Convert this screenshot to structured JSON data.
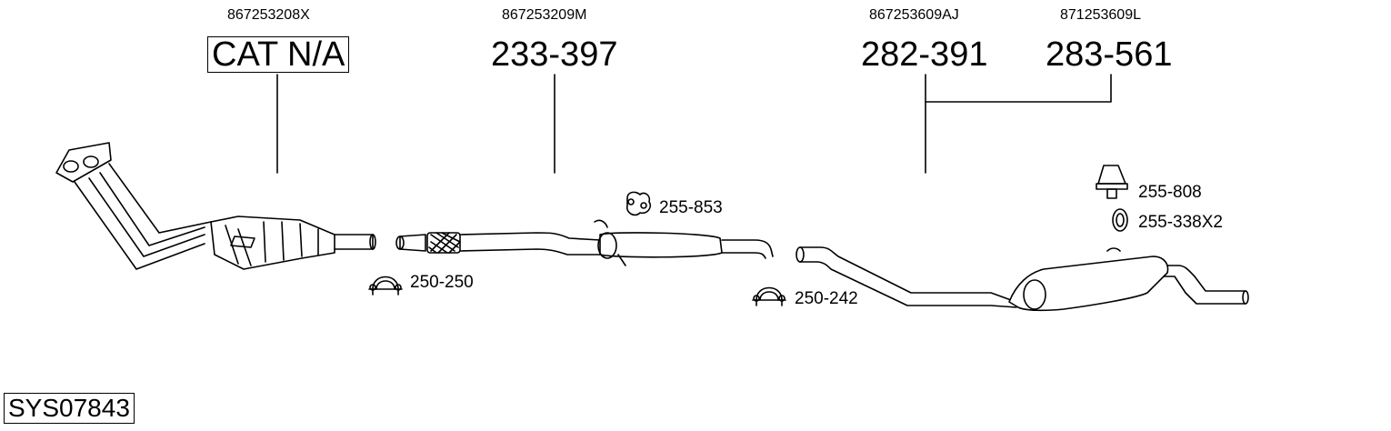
{
  "diagram": {
    "system_code": "SYS07843",
    "parts": [
      {
        "oem": "867253208X",
        "number": "CAT N/A"
      },
      {
        "oem": "867253209M",
        "number": "233-397"
      },
      {
        "oem": "867253609AJ",
        "number": "282-391"
      },
      {
        "oem": "871253609L",
        "number": "283-561"
      }
    ],
    "accessories": [
      {
        "number": "255-853",
        "icon": "rubber-hanger-icon"
      },
      {
        "number": "250-250",
        "icon": "pipe-clamp-icon"
      },
      {
        "number": "250-242",
        "icon": "pipe-clamp-icon"
      },
      {
        "number": "255-808",
        "icon": "rubber-mount-icon"
      },
      {
        "number": "255-338X2",
        "icon": "rubber-ring-icon"
      }
    ]
  }
}
